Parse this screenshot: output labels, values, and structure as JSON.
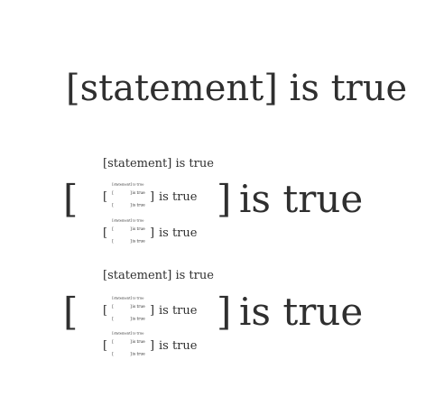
{
  "title": "[statement] is true",
  "open_bracket": "[",
  "close_bracket": "]",
  "is_true": "is true",
  "statement_top": "[statement] is true",
  "colors": {
    "text": "#2f2f2f",
    "background": "#ffffff"
  }
}
